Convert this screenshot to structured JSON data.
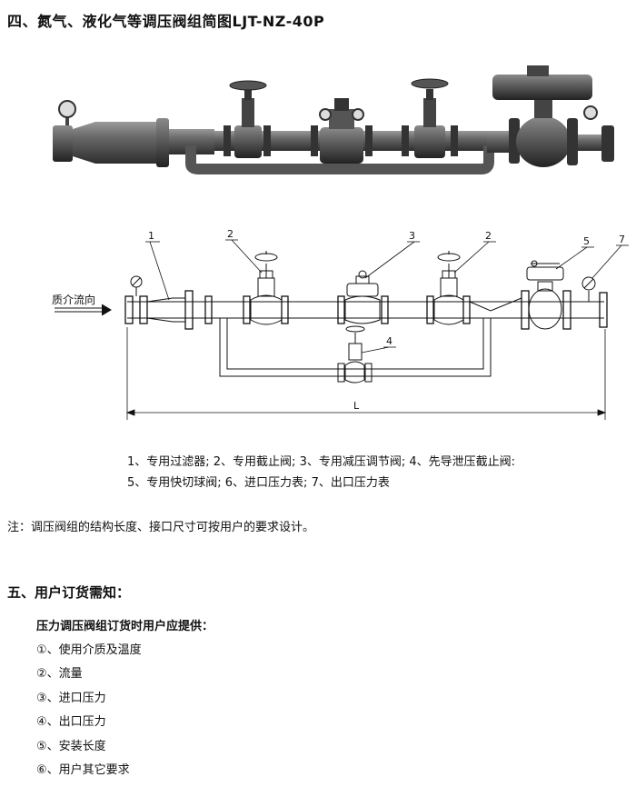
{
  "section4": {
    "title": "四、氮气、液化气等调压阀组简图LJT-NZ-40P"
  },
  "diagram": {
    "flow_label": "质介流向",
    "length_label": "L",
    "callouts": [
      "1",
      "2",
      "3",
      "2",
      "5",
      "7",
      "4"
    ],
    "legend_line1": "1、专用过滤器;   2、专用截止阀;  3、专用减压调节阀;  4、先导泄压截止阀:",
    "legend_line2": "5、专用快切球阀; 6、进口压力表;  7、出口压力表"
  },
  "note": "注：调压阀组的结构长度、接口尺寸可按用户的要求设计。",
  "section5": {
    "title": "五、用户订货需知：",
    "subtitle": "压力调压阀组订货时用户应提供：",
    "items": [
      "①、使用介质及温度",
      "②、流量",
      "③、进口压力",
      "④、出口压力",
      "⑤、安装长度",
      "⑥、用户其它要求"
    ]
  }
}
